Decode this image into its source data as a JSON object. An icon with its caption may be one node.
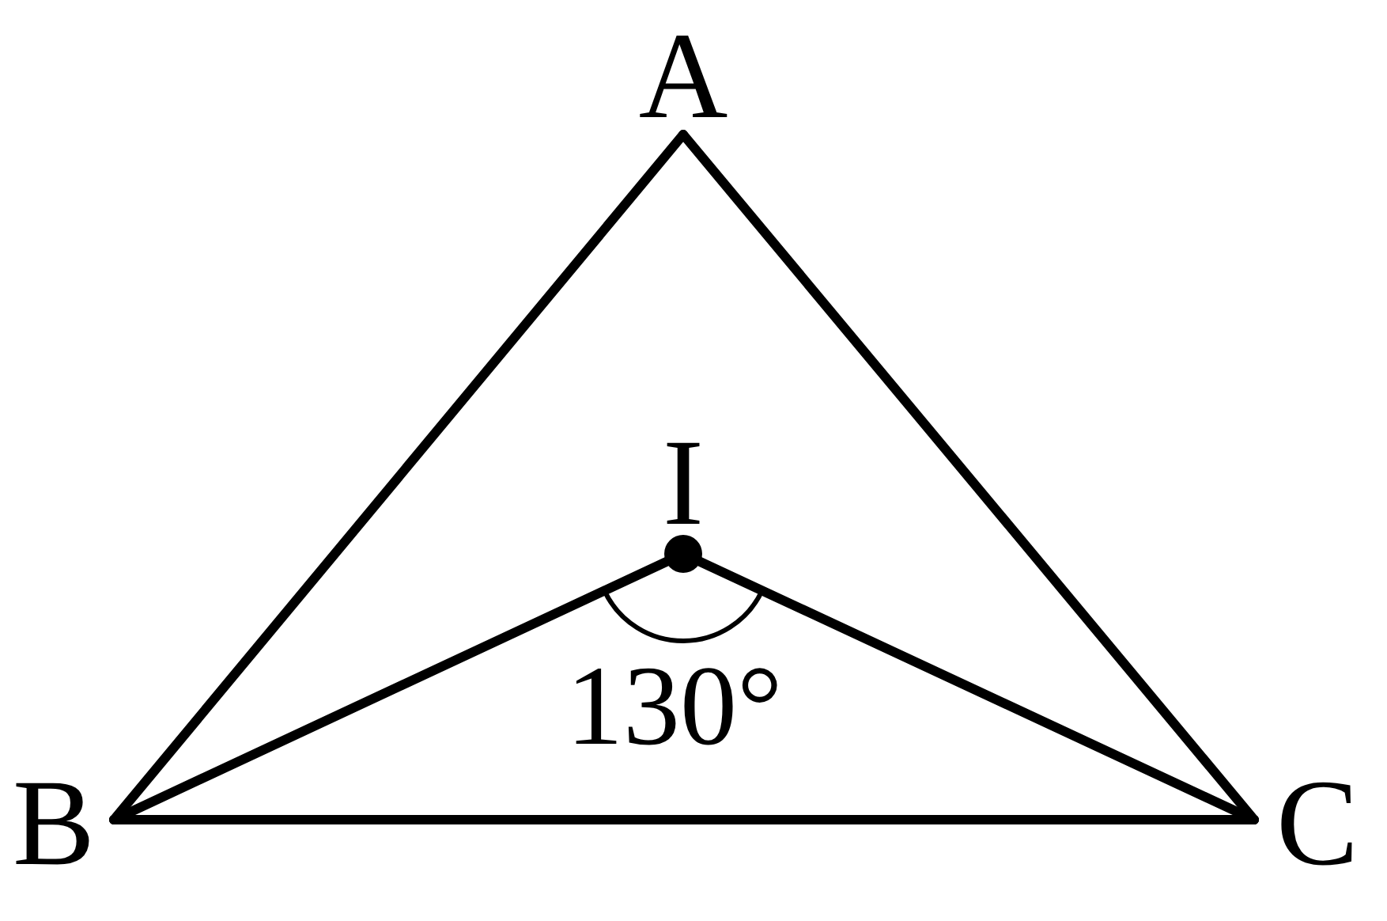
{
  "diagram": {
    "nodes": [
      {
        "text": [
          "A"
        ]
      },
      {
        "text": [
          "I"
        ]
      },
      {
        "text": [
          "B"
        ]
      },
      {
        "text": [
          "C"
        ]
      }
    ],
    "edges": [
      {
        "from": 0,
        "to": 2,
        "arrow": "none"
      },
      {
        "from": 0,
        "to": 3,
        "arrow": "none"
      },
      {
        "from": 2,
        "to": 3,
        "arrow": "none"
      },
      {
        "from": 2,
        "to": 1,
        "arrow": "none"
      },
      {
        "from": 3,
        "to": 1,
        "arrow": "none"
      }
    ],
    "labels": [
      "130°"
    ]
  }
}
